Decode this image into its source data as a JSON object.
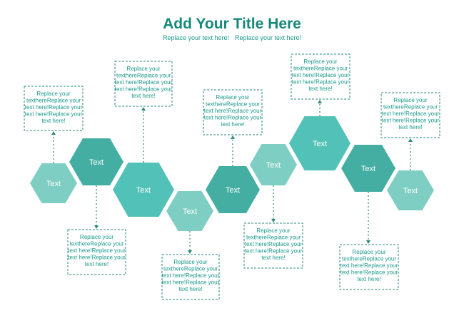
{
  "title": "Add Your Title Here",
  "subtitles": [
    "Replace your text here!",
    "Replace your text here!"
  ],
  "colors": {
    "light": "#7fcec4",
    "medium": "#52c2b9",
    "dark": "#45aea3",
    "border": "#2a8a7a",
    "box_text": "#1a9a8a",
    "title": "#16897a"
  },
  "hexagons": [
    {
      "label": "Text",
      "shade": "light"
    },
    {
      "label": "Text",
      "shade": "dark"
    },
    {
      "label": "Text",
      "shade": "medium"
    },
    {
      "label": "Text",
      "shade": "light"
    },
    {
      "label": "Text",
      "shade": "dark"
    },
    {
      "label": "Text",
      "shade": "light"
    },
    {
      "label": "Text",
      "shade": "medium"
    },
    {
      "label": "Text",
      "shade": "dark"
    },
    {
      "label": "Text",
      "shade": "light"
    }
  ],
  "callouts": [
    {
      "lines": [
        "Replace your",
        "texthereReplace your",
        "text here!Replace your",
        "text here!Replace your",
        "text here!"
      ]
    },
    {
      "lines": [
        "Replace your",
        "texthereReplace your",
        "text here!Replace your",
        "text here!Replace your",
        "text here!"
      ]
    },
    {
      "lines": [
        "Replace your",
        "texthereReplace your",
        "text here!Replace your",
        "text here!Replace your",
        "text here!"
      ]
    },
    {
      "lines": [
        "Replace your",
        "texthereReplace your",
        "text here!Replace your",
        "text here!Replace your",
        "text here!"
      ]
    },
    {
      "lines": [
        "Replace your",
        "texthereReplace your",
        "text here!Replace your",
        "text here!Replace your",
        "text here!"
      ]
    },
    {
      "lines": [
        "Replace your",
        "texthereReplace your",
        "text here!Replace your",
        "text here!Replace your",
        "text here!"
      ]
    },
    {
      "lines": [
        "Replace your",
        "texthereReplace your",
        "text here!Replace your",
        "text here!Replace your",
        "text here!"
      ]
    },
    {
      "lines": [
        "Replace your",
        "texthereReplace your",
        "text here!Replace your",
        "text here!Replace your",
        "text here!"
      ]
    },
    {
      "lines": [
        "Replace your",
        "texthereReplace your",
        "text here!Replace your",
        "text here!Replace your",
        "text here!"
      ]
    }
  ]
}
